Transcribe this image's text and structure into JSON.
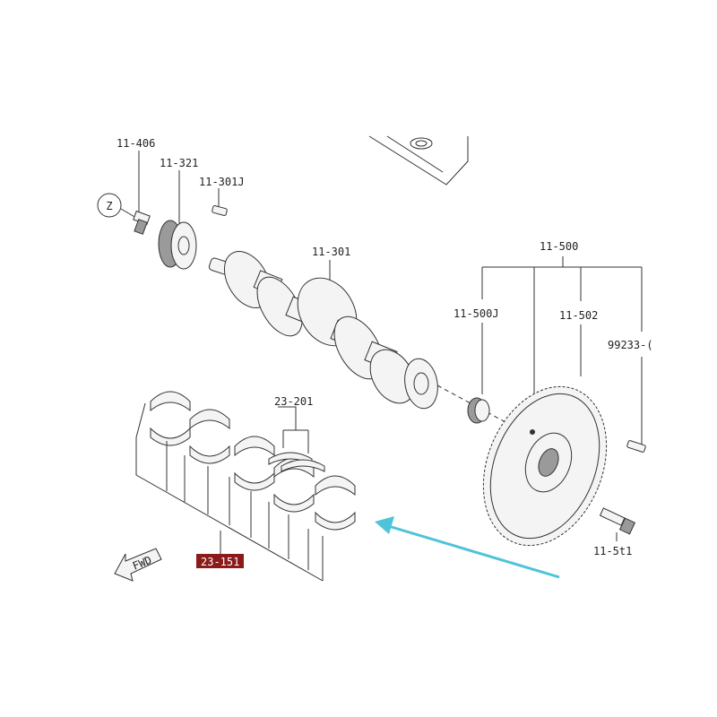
{
  "labels": {
    "p11406": "11-406",
    "p11321": "11-321",
    "p11301j": "11-301J",
    "p11301": "11-301",
    "p11500": "11-500",
    "p11500j": "11-500J",
    "p11502": "11-502",
    "p99233": "99233-(",
    "p23201": "23-201",
    "p23151": "23-151",
    "p11511": "11-5t1",
    "z": "Z",
    "fwd": "FWD"
  },
  "colors": {
    "highlight": "#8b1a1a",
    "arrow": "#4fc3d9",
    "line": "#333333"
  },
  "icons": {
    "fwd_arrow": "fwd-arrow-icon",
    "z_marker": "circled-z-icon"
  }
}
